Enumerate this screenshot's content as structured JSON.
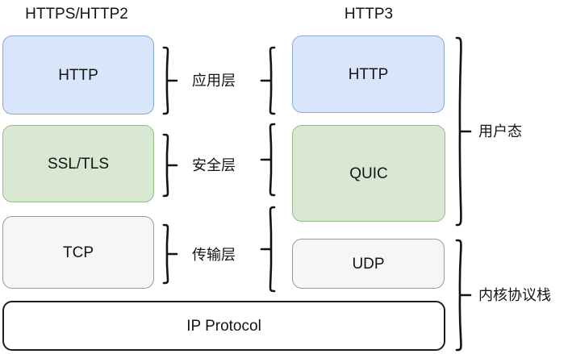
{
  "diagram": {
    "title_left": "HTTPS/HTTP2",
    "title_right": "HTTP3",
    "columns": {
      "left": {
        "name": "HTTPS/HTTP2",
        "boxes": [
          {
            "label": "HTTP",
            "color": "#d9e5fa",
            "border": "#8aaad6",
            "kind": "blue"
          },
          {
            "label": "SSL/TLS",
            "color": "#d9e8d3",
            "border": "#93bd86",
            "kind": "green"
          },
          {
            "label": "TCP",
            "color": "#f6f6f6",
            "border": "#9a9a9a",
            "kind": "gray"
          }
        ]
      },
      "right": {
        "name": "HTTP3",
        "boxes": [
          {
            "label": "HTTP",
            "color": "#d9e5fa",
            "border": "#8aaad6",
            "kind": "blue"
          },
          {
            "label": "QUIC",
            "color": "#d9e8d3",
            "border": "#93bd86",
            "kind": "green"
          },
          {
            "label": "UDP",
            "color": "#f6f6f6",
            "border": "#9a9a9a",
            "kind": "gray"
          }
        ]
      }
    },
    "shared_box": {
      "label": "IP Protocol",
      "color": "#ffffff",
      "border": "#1d1d1d"
    },
    "layer_labels": [
      {
        "label": "应用层",
        "maps_to": [
          "HTTP",
          "HTTP"
        ]
      },
      {
        "label": "安全层",
        "maps_to": [
          "SSL/TLS",
          "QUIC"
        ]
      },
      {
        "label": "传输层",
        "maps_to": [
          "TCP",
          "QUIC+UDP"
        ]
      }
    ],
    "mode_labels": [
      {
        "label": "用户态",
        "covers": [
          "HTTP",
          "QUIC"
        ]
      },
      {
        "label": "内核协议栈",
        "covers": [
          "UDP",
          "IP Protocol"
        ]
      }
    ]
  }
}
